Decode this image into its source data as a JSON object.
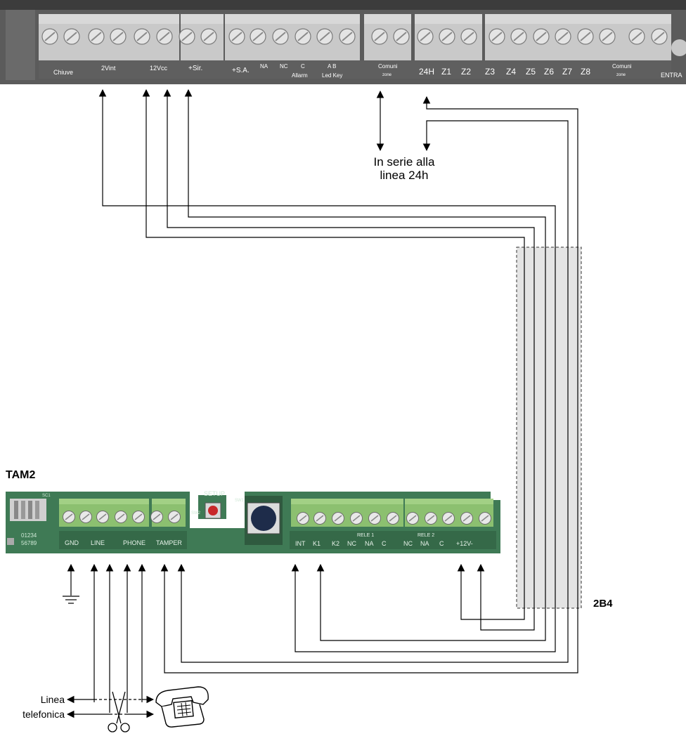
{
  "main_panel": {
    "labels": [
      "Chiuve",
      "2Vint",
      "12Vcc",
      "+Sir.",
      "+S.A.",
      "NA",
      "NC",
      "C",
      "Allarm",
      "A  B",
      "Led Key",
      "Comuni",
      "zone",
      "24H",
      "Z1",
      "Z2",
      "Z3",
      "Z4",
      "Z5",
      "Z6",
      "Z7",
      "Z8",
      "Comuni",
      "zone",
      "ENTRA"
    ]
  },
  "annotation": {
    "line1": "In serie alla",
    "line2": "linea 24h"
  },
  "tam2": {
    "title": "TAM2",
    "setup_label": "SETUP",
    "sc1": "SC1",
    "sw1": "SW1",
    "sw2": "SW2",
    "dip_top": "01234",
    "dip_bottom": "56789",
    "terminal_labels": [
      "GND",
      "LINE",
      "PHONE",
      "TAMPER",
      "INT",
      "K1",
      "K2",
      "NC",
      "NA",
      "C",
      "NC",
      "NA",
      "C",
      "+12V-"
    ],
    "rele1": "RELE 1",
    "rele2": "RELE 2"
  },
  "cable": {
    "label": "2B4"
  },
  "phone_line": {
    "label1": "Linea",
    "label2": "telefonica"
  },
  "colors": {
    "terminal_green": "#8cc070",
    "pcb_green": "#3f7a55",
    "panel_grey": "#5a5a5a",
    "cable_fill": "#e4e4e4",
    "wire": "#000000"
  }
}
